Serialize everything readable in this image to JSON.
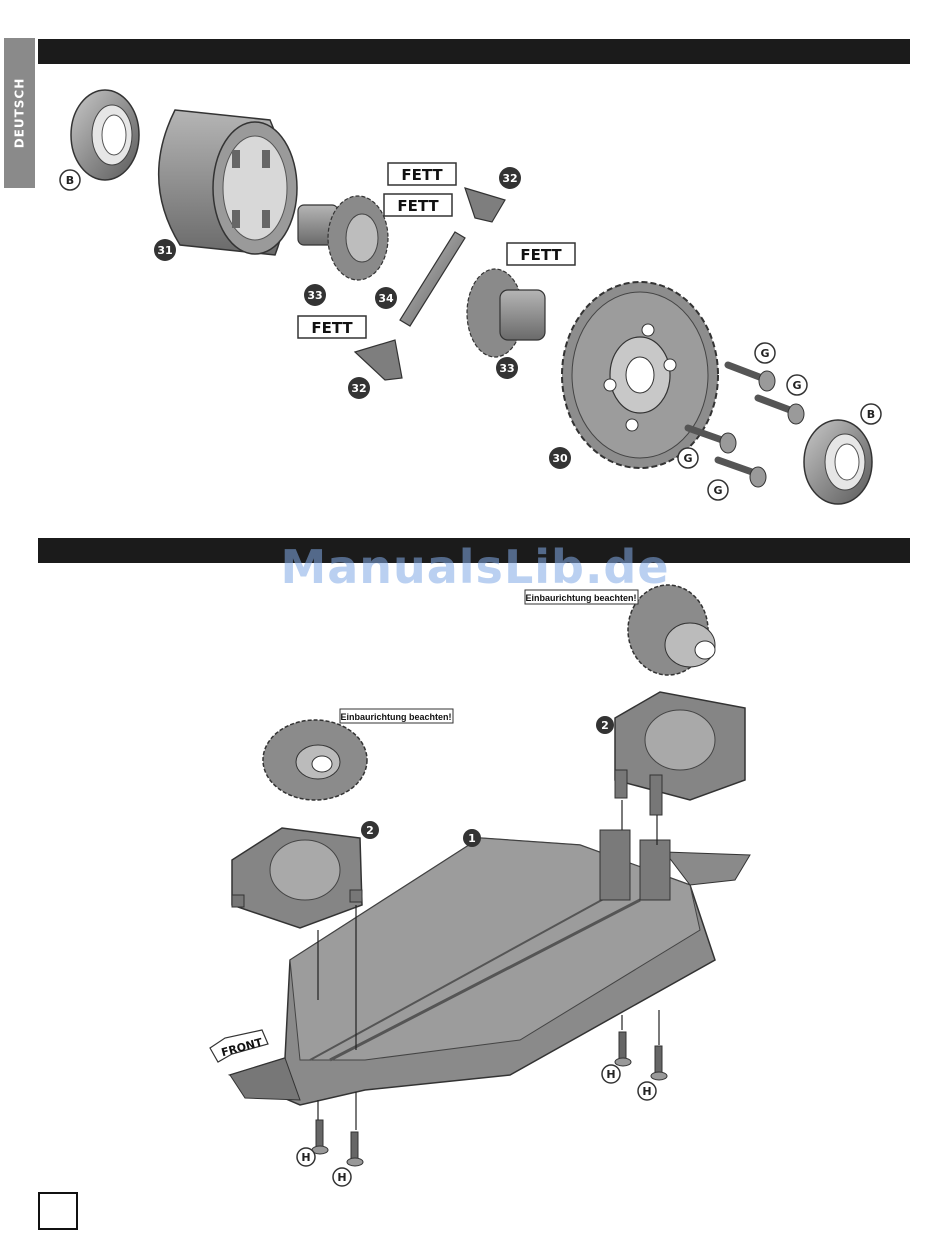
{
  "sidebar": {
    "language_tab": "DEUTSCH"
  },
  "labels": {
    "fett": "FETT",
    "note": "Einbaurichtung beachten!",
    "front": "FRONT",
    "part_b": "B",
    "part_g": "G",
    "part_h": "H",
    "part_30": "30",
    "part_31": "31",
    "part_32": "32",
    "part_33": "33",
    "part_34": "34",
    "part_1": "1",
    "part_2": "2"
  },
  "watermark": "ManualsLib.de",
  "colors": {
    "header_bar": "#1b1b1b",
    "language_tab": "#8a8a8a",
    "part_fill": "#8c8c8c",
    "part_dark": "#555555",
    "callout_fill": "#333333"
  }
}
